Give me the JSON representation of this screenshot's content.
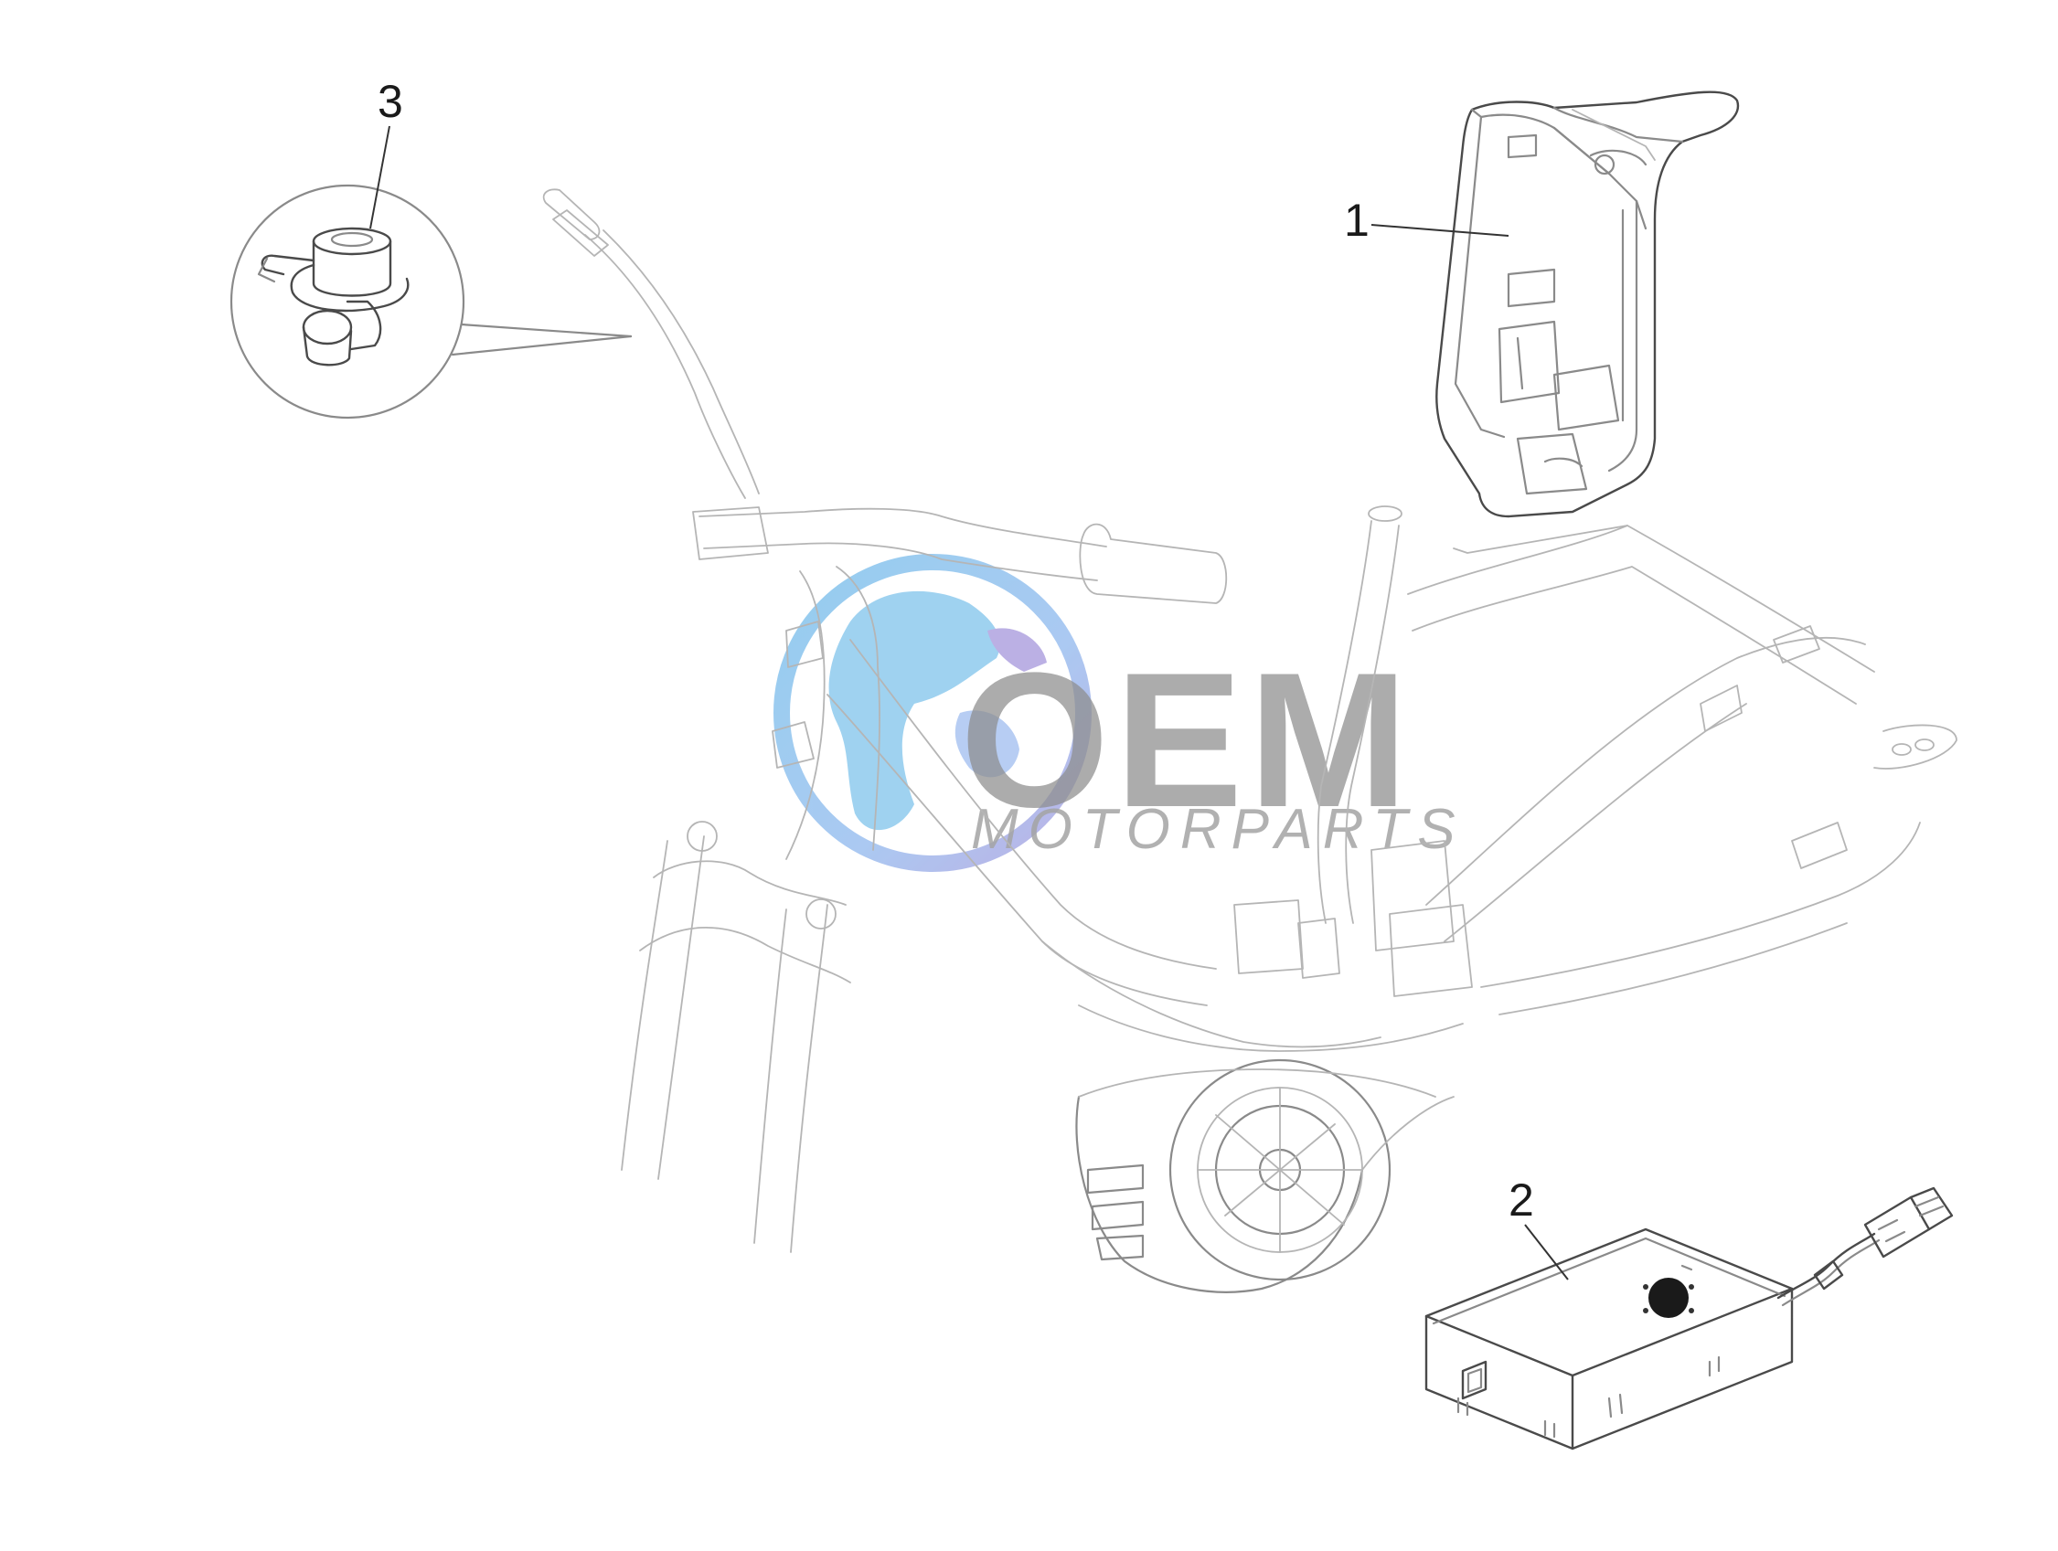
{
  "callouts": [
    {
      "label": "1",
      "part": "battery"
    },
    {
      "label": "2",
      "part": "charger"
    },
    {
      "label": "3",
      "part": "bell"
    }
  ],
  "watermark": {
    "brand": "OEM",
    "subtitle": "MOTORPARTS",
    "globe_color": "#7fc4ec",
    "globe_accent": "#9a8fd6",
    "letters_color": "#8d8d8d"
  },
  "colors": {
    "line": "#8a8a8a",
    "line_dark": "#4a4a4a",
    "background": "#ffffff"
  }
}
